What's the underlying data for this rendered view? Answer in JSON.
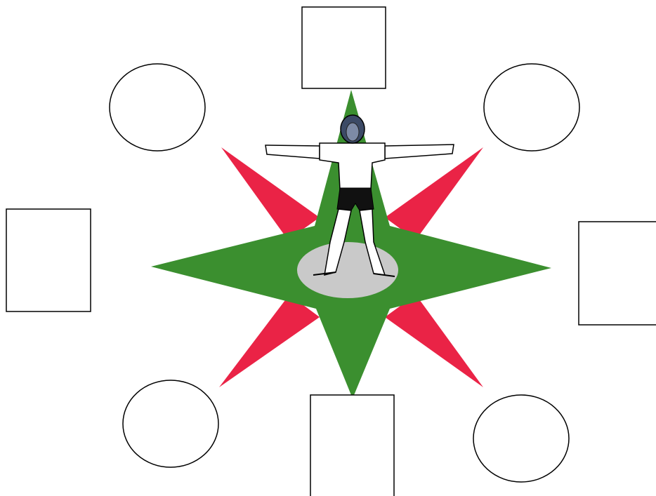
{
  "compass_rose": {
    "colors": {
      "cardinal_points": "#3b8f2f",
      "intercardinal_points": "#ea2346",
      "center_disc": "#c9c9c9",
      "figure_shirt": "#ffffff",
      "figure_shorts": "#111111",
      "figure_outline": "#000000",
      "figure_hair": "#3c4a66"
    },
    "figure": {
      "description_icon": "standing-person-arms-outstretched-icon"
    }
  },
  "answer_boxes": [
    {
      "id": "north",
      "shape": "rectangle",
      "text": ""
    },
    {
      "id": "west",
      "shape": "rectangle",
      "text": ""
    },
    {
      "id": "east",
      "shape": "rectangle",
      "text": ""
    },
    {
      "id": "south",
      "shape": "rectangle",
      "text": ""
    }
  ],
  "answer_circles": [
    {
      "id": "north-west",
      "shape": "ellipse",
      "text": ""
    },
    {
      "id": "north-east",
      "shape": "ellipse",
      "text": ""
    },
    {
      "id": "south-west",
      "shape": "ellipse",
      "text": ""
    },
    {
      "id": "south-east",
      "shape": "ellipse",
      "text": ""
    }
  ]
}
